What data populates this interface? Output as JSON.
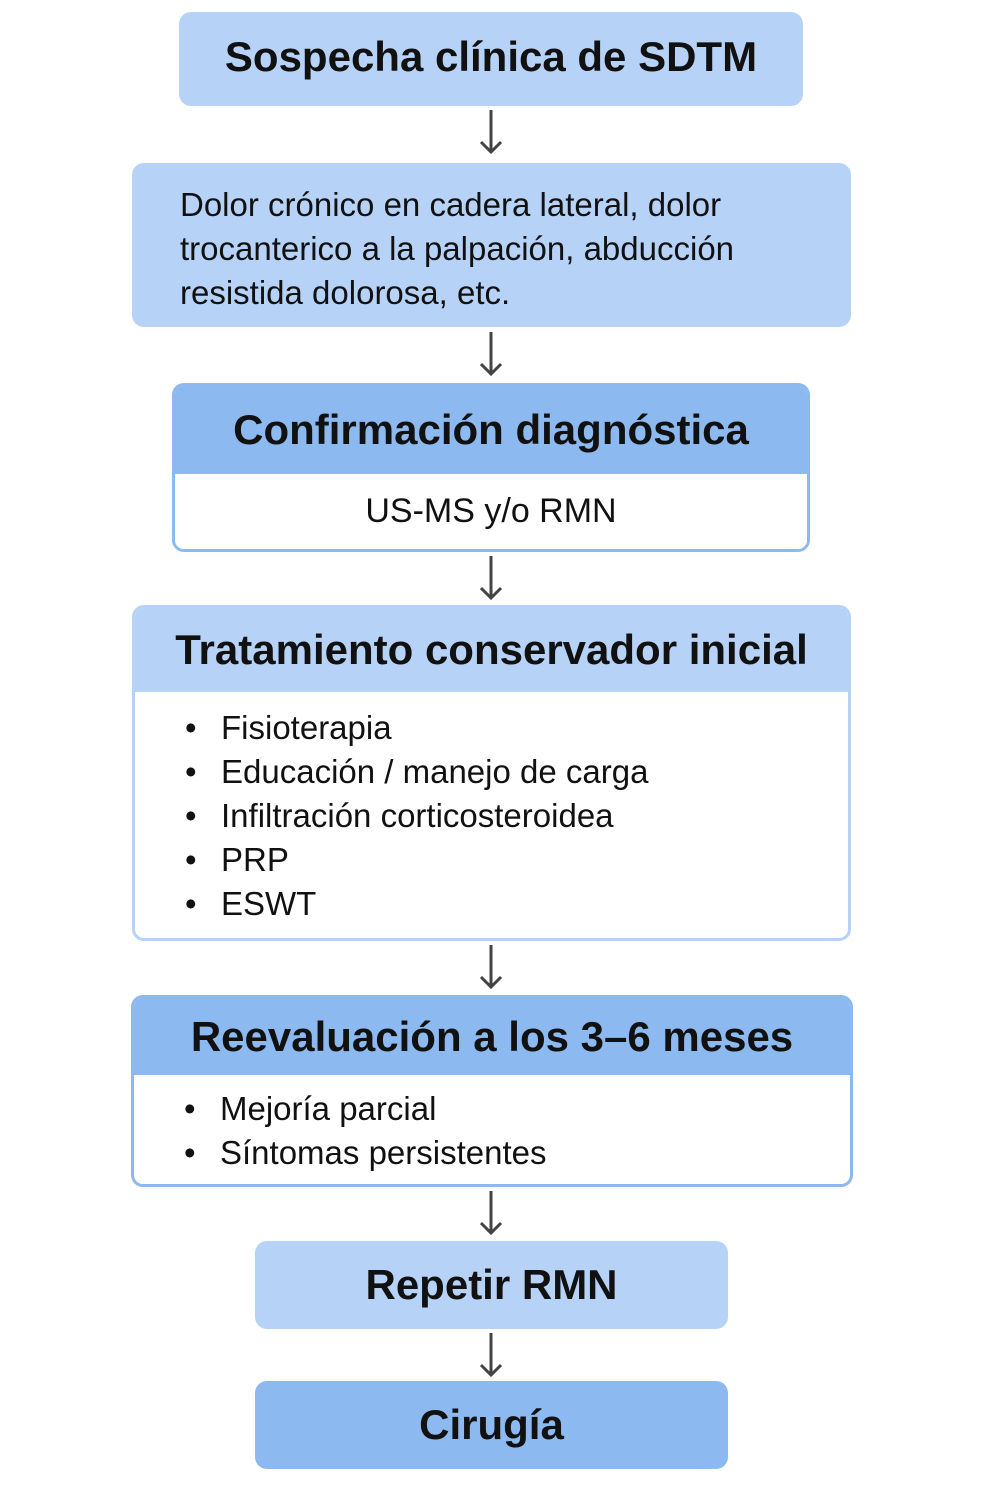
{
  "nodes": {
    "suspicion": "Sospecha clínica de SDTM",
    "symptoms": [
      "Dolor crónico en cadera lateral, dolor",
      "trocanterico a la palpación, abducción",
      "resistida dolorosa, etc."
    ],
    "confirmation": {
      "title": "Confirmación diagnóstica",
      "body": "US-MS y/o RMN"
    },
    "treatment": {
      "title": "Tratamiento conservador inicial",
      "items": [
        "Fisioterapia",
        "Educación / manejo de carga",
        "Infiltración corticosteroidea",
        "PRP",
        "ESWT"
      ]
    },
    "reevaluation": {
      "title": "Reevaluación a los 3–6 meses",
      "items": [
        "Mejoría parcial",
        "Síntomas persistentes"
      ]
    },
    "repeat": "Repetir RMN",
    "surgery": "Cirugía"
  },
  "colors": {
    "light": "#b6d2f6",
    "dark": "#8cb9f0",
    "arrow": "#444444"
  }
}
